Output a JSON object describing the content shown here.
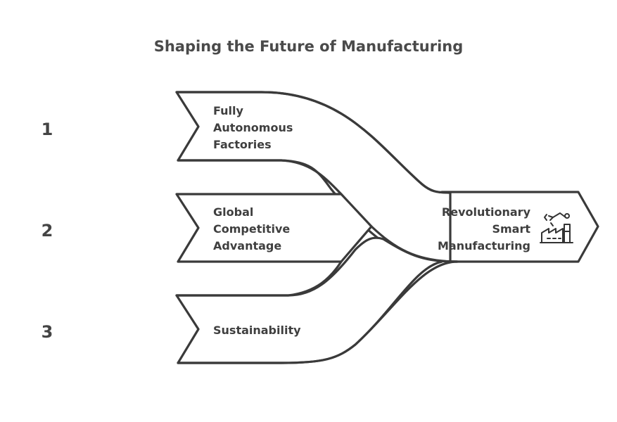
{
  "title": "Shaping the Future of Manufacturing",
  "items": [
    {
      "number": "1",
      "lines": [
        "Fully",
        "Autonomous",
        "Factories"
      ]
    },
    {
      "number": "2",
      "lines": [
        "Global",
        "Competitive",
        "Advantage"
      ]
    },
    {
      "number": "3",
      "lines": [
        "Sustainability"
      ]
    }
  ],
  "target": {
    "lines": [
      "Revolutionary",
      "Smart",
      "Manufacturing"
    ],
    "icon": "smart-factory-icon"
  },
  "colors": {
    "stroke": "#3a3a3a",
    "fill": "#ffffff",
    "text": "#444444"
  }
}
